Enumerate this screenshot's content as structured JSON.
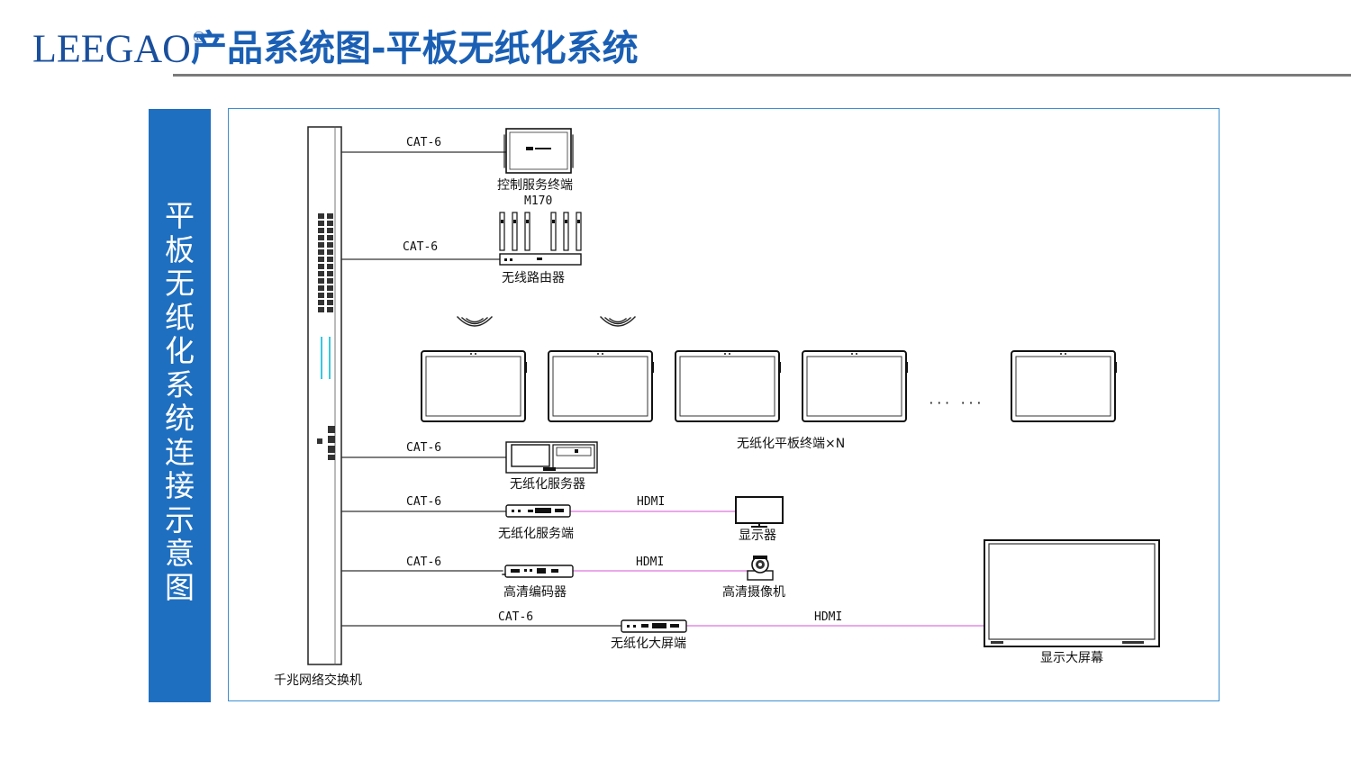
{
  "header": {
    "logo": "LEEGAO",
    "logo_mark": "®",
    "title": "产品系统图-平板无纸化系统"
  },
  "sidebar": {
    "vertical_title": "平板无纸化系统连接示意图"
  },
  "diagram": {
    "switch_label": "千兆网络交换机",
    "links": {
      "control": "CAT-6",
      "router": "CAT-6",
      "server": "CAT-6",
      "service": "CAT-6",
      "encoder": "CAT-6",
      "bigscreen": "CAT-6"
    },
    "hdmi": {
      "service": "HDMI",
      "encoder": "HDMI",
      "bigscreen": "HDMI"
    },
    "devices": {
      "control_terminal": "控制服务终端",
      "control_model": "M170",
      "router": "无线路由器",
      "tablets": "无纸化平板终端×N",
      "tablet_ellipsis": "··· ···",
      "server": "无纸化服务器",
      "service_end": "无纸化服务端",
      "monitor": "显示器",
      "encoder": "高清编码器",
      "camera": "高清摄像机",
      "bigscreen_end": "无纸化大屏端",
      "bigscreen": "显示大屏幕"
    },
    "colors": {
      "cat6_line": "#333333",
      "hdmi_line": "#e38be3",
      "brand_blue": "#1f6fc0"
    }
  }
}
